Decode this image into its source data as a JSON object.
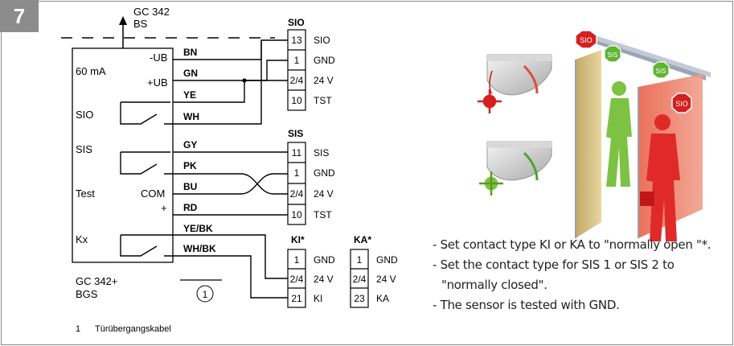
{
  "figure_number": "7",
  "power_supply": {
    "name": "GC 342",
    "sub": "BS"
  },
  "sensor": {
    "current": "60 mA",
    "neg": "-UB",
    "pos": "+UB",
    "sio": "SIO",
    "sis": "SIS",
    "test": "Test",
    "com": "COM",
    "plus": "+",
    "kx": "Kx",
    "model": "GC 342+",
    "model_sub": "BGS"
  },
  "wires": [
    "BN",
    "GN",
    "YE",
    "WH",
    "GY",
    "PK",
    "BU",
    "RD",
    "YE/BK",
    "WH/BK"
  ],
  "cable_marker": "1",
  "blocks": {
    "sio": {
      "title": "SIO",
      "rows": [
        {
          "num": "13",
          "label": "SIO"
        },
        {
          "num": "1",
          "label": "GND"
        },
        {
          "num": "2/4",
          "label": "24 V"
        },
        {
          "num": "10",
          "label": "TST"
        }
      ]
    },
    "sis": {
      "title": "SIS",
      "rows": [
        {
          "num": "11",
          "label": "SIS"
        },
        {
          "num": "1",
          "label": "GND"
        },
        {
          "num": "2/4",
          "label": "24 V"
        },
        {
          "num": "10",
          "label": "TST"
        }
      ]
    },
    "ki": {
      "title": "KI*",
      "rows": [
        {
          "num": "1",
          "label": "GND"
        },
        {
          "num": "2/4",
          "label": "24 V"
        },
        {
          "num": "21",
          "label": "KI"
        }
      ]
    },
    "ka": {
      "title": "KA*",
      "rows": [
        {
          "num": "1",
          "label": "GND"
        },
        {
          "num": "2/4",
          "label": "24 V"
        },
        {
          "num": "23",
          "label": "KA"
        }
      ]
    }
  },
  "footnote": {
    "number": "1",
    "text": "Türübergangskabel"
  },
  "illustration": {
    "sign_sio": "SIO",
    "sign_sis": "SIS"
  },
  "instructions": [
    "- Set contact type KI or KA to \"normally open \"*.",
    "- Set the contact type for SIS 1 or SIS 2 to",
    "  \"normally closed\".",
    "- The sensor is tested with GND."
  ],
  "colors": {
    "sio_red": "#d42020",
    "sis_green": "#5db531",
    "door_amber": "#c9a44a",
    "person_green": "#7dc242",
    "person_red": "#e02a2a"
  }
}
